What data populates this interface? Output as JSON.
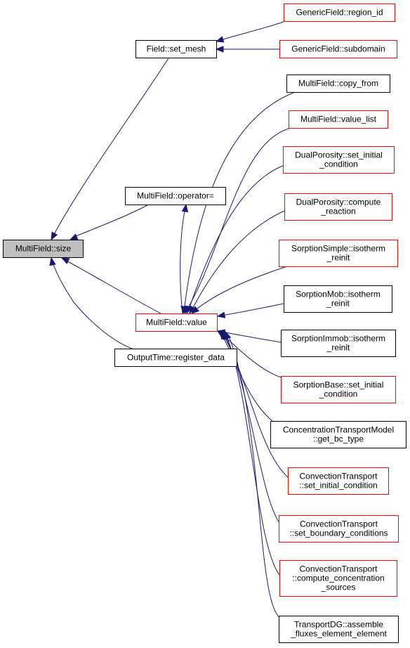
{
  "colors": {
    "edge": "#191970",
    "border_default": "#000000",
    "border_truncated": "#ff0000",
    "root_fill": "#bfbfbf",
    "node_fill": "#ffffff"
  },
  "nodes": [
    {
      "id": "size",
      "lines": [
        "MultiField::size"
      ],
      "style": "root"
    },
    {
      "id": "set_mesh",
      "lines": [
        "Field::set_mesh"
      ],
      "style": "default"
    },
    {
      "id": "op_eq",
      "lines": [
        "MultiField::operator="
      ],
      "style": "default"
    },
    {
      "id": "value",
      "lines": [
        "MultiField::value"
      ],
      "style": "truncated"
    },
    {
      "id": "register",
      "lines": [
        "OutputTime::register_data"
      ],
      "style": "default"
    },
    {
      "id": "region_id",
      "lines": [
        "GenericField::region_id"
      ],
      "style": "truncated"
    },
    {
      "id": "subdomain",
      "lines": [
        "GenericField::subdomain"
      ],
      "style": "truncated"
    },
    {
      "id": "copy_from",
      "lines": [
        "MultiField::copy_from"
      ],
      "style": "default"
    },
    {
      "id": "value_list",
      "lines": [
        "MultiField::value_list"
      ],
      "style": "truncated"
    },
    {
      "id": "dp_sic",
      "lines": [
        "DualPorosity::set_initial",
        "_condition"
      ],
      "style": "truncated"
    },
    {
      "id": "dp_cr",
      "lines": [
        "DualPorosity::compute",
        "_reaction"
      ],
      "style": "truncated"
    },
    {
      "id": "ss_ir",
      "lines": [
        "SorptionSimple::isotherm",
        "_reinit"
      ],
      "style": "truncated"
    },
    {
      "id": "sm_ir",
      "lines": [
        "SorptionMob::isotherm",
        "_reinit"
      ],
      "style": "default"
    },
    {
      "id": "si_ir",
      "lines": [
        "SorptionImmob::isotherm",
        "_reinit"
      ],
      "style": "default"
    },
    {
      "id": "sb_sic",
      "lines": [
        "SorptionBase::set_initial",
        "_condition"
      ],
      "style": "truncated"
    },
    {
      "id": "ctm",
      "lines": [
        "ConcentrationTransportModel",
        "::get_bc_type"
      ],
      "style": "default"
    },
    {
      "id": "ct_sic",
      "lines": [
        "ConvectionTransport",
        "::set_initial_condition"
      ],
      "style": "truncated"
    },
    {
      "id": "ct_sbc",
      "lines": [
        "ConvectionTransport",
        "::set_boundary_conditions"
      ],
      "style": "truncated"
    },
    {
      "id": "ct_ccs",
      "lines": [
        "ConvectionTransport",
        "::compute_concentration",
        "_sources"
      ],
      "style": "truncated"
    },
    {
      "id": "tdg",
      "lines": [
        "TransportDG::assemble",
        "_fluxes_element_element"
      ],
      "style": "default"
    }
  ],
  "edges": [
    {
      "from": "region_id",
      "to": "set_mesh"
    },
    {
      "from": "subdomain",
      "to": "set_mesh"
    },
    {
      "from": "set_mesh",
      "to": "size"
    },
    {
      "from": "op_eq",
      "to": "size"
    },
    {
      "from": "value",
      "to": "size"
    },
    {
      "from": "register",
      "to": "size"
    },
    {
      "from": "value",
      "to": "op_eq"
    },
    {
      "from": "copy_from",
      "to": "value"
    },
    {
      "from": "value_list",
      "to": "value"
    },
    {
      "from": "dp_sic",
      "to": "value"
    },
    {
      "from": "dp_cr",
      "to": "value"
    },
    {
      "from": "ss_ir",
      "to": "value"
    },
    {
      "from": "sm_ir",
      "to": "value"
    },
    {
      "from": "si_ir",
      "to": "value"
    },
    {
      "from": "sb_sic",
      "to": "value"
    },
    {
      "from": "ctm",
      "to": "value"
    },
    {
      "from": "ct_sic",
      "to": "value"
    },
    {
      "from": "ct_sbc",
      "to": "value"
    },
    {
      "from": "ct_ccs",
      "to": "value"
    },
    {
      "from": "tdg",
      "to": "value"
    }
  ]
}
